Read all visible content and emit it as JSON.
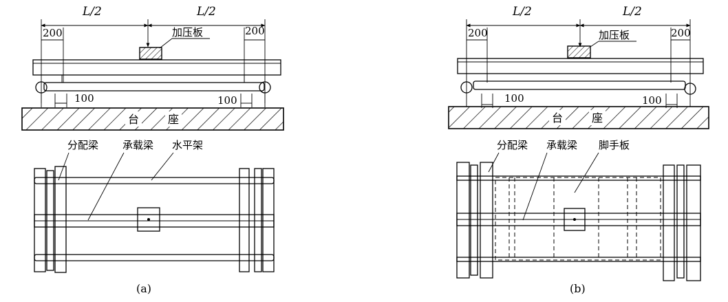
{
  "diagram": {
    "panel_a": {
      "dim_half_left": "L/2",
      "dim_half_right": "L/2",
      "dim_end_left": "200",
      "dim_end_right": "200",
      "dim_support_left": "100",
      "dim_support_right": "100",
      "load_plate_label": "加压板",
      "base_label_1": "台",
      "base_label_2": "座",
      "plan_labels": [
        "分配梁",
        "承载梁",
        "水平架"
      ],
      "caption": "(a)"
    },
    "panel_b": {
      "dim_half_left": "L/2",
      "dim_half_right": "L/2",
      "dim_end_left": "200",
      "dim_end_right": "200",
      "dim_support_left": "100",
      "dim_support_right": "100",
      "load_plate_label": "加压板",
      "base_label_1": "台",
      "base_label_2": "座",
      "plan_labels": [
        "分配梁",
        "承载梁",
        "脚手板"
      ],
      "caption": "(b)"
    }
  }
}
